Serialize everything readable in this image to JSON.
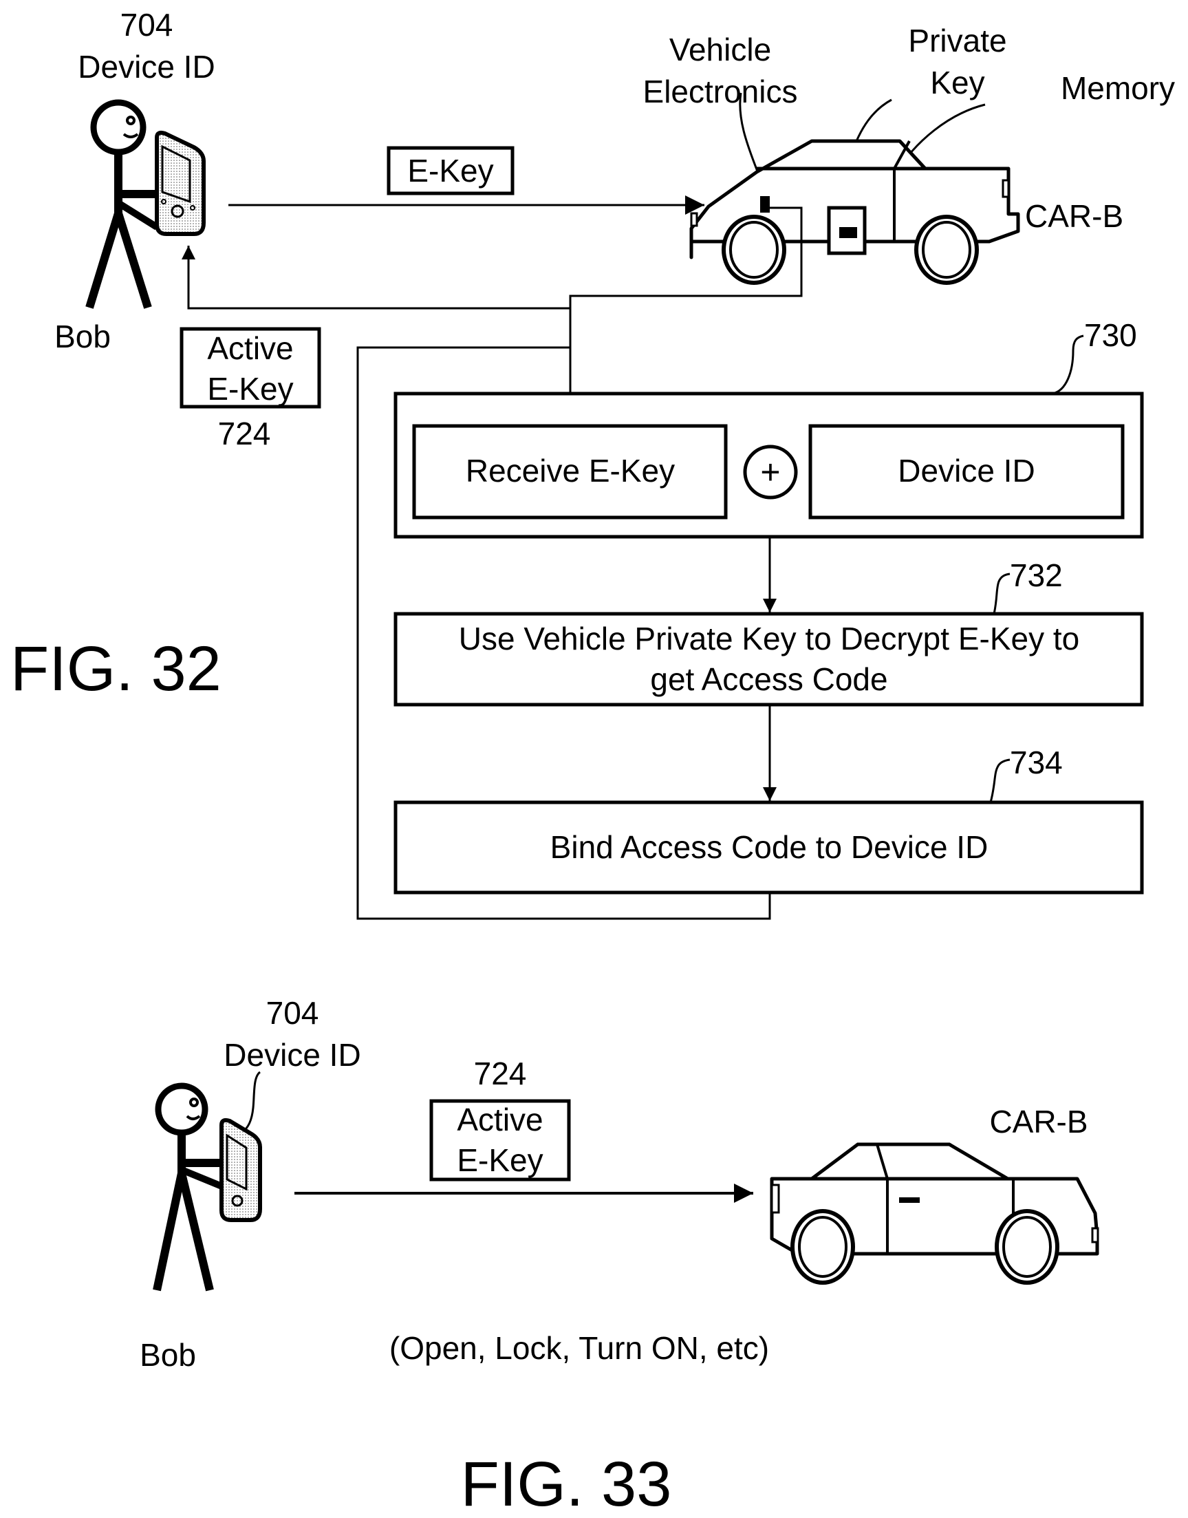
{
  "fig32": {
    "caption": "FIG. 32",
    "person": {
      "name": "Bob",
      "device_ref": "704",
      "device_label": "Device ID"
    },
    "ekey_label": "E-Key",
    "active_ekey": {
      "line1": "Active",
      "line2": "E-Key",
      "ref": "724"
    },
    "car": {
      "name": "CAR-B",
      "labels": {
        "vehicle_electronics_1": "Vehicle",
        "vehicle_electronics_2": "Electronics",
        "private_key_1": "Private",
        "private_key_2": "Key",
        "memory": "Memory"
      }
    },
    "steps": {
      "group_ref": "730",
      "receive": "Receive E-Key",
      "combine_symbol": "+",
      "device_id": "Device ID",
      "decrypt_ref": "732",
      "decrypt_line1": "Use Vehicle Private Key to Decrypt E-Key to",
      "decrypt_line2": "get Access Code",
      "bind_ref": "734",
      "bind": "Bind Access Code to Device ID"
    }
  },
  "fig33": {
    "caption": "FIG. 33",
    "person": {
      "name": "Bob",
      "device_ref": "704",
      "device_label": "Device ID"
    },
    "active_ekey": {
      "ref": "724",
      "line1": "Active",
      "line2": "E-Key"
    },
    "car_name": "CAR-B",
    "actions": "(Open, Lock, Turn ON, etc)"
  }
}
